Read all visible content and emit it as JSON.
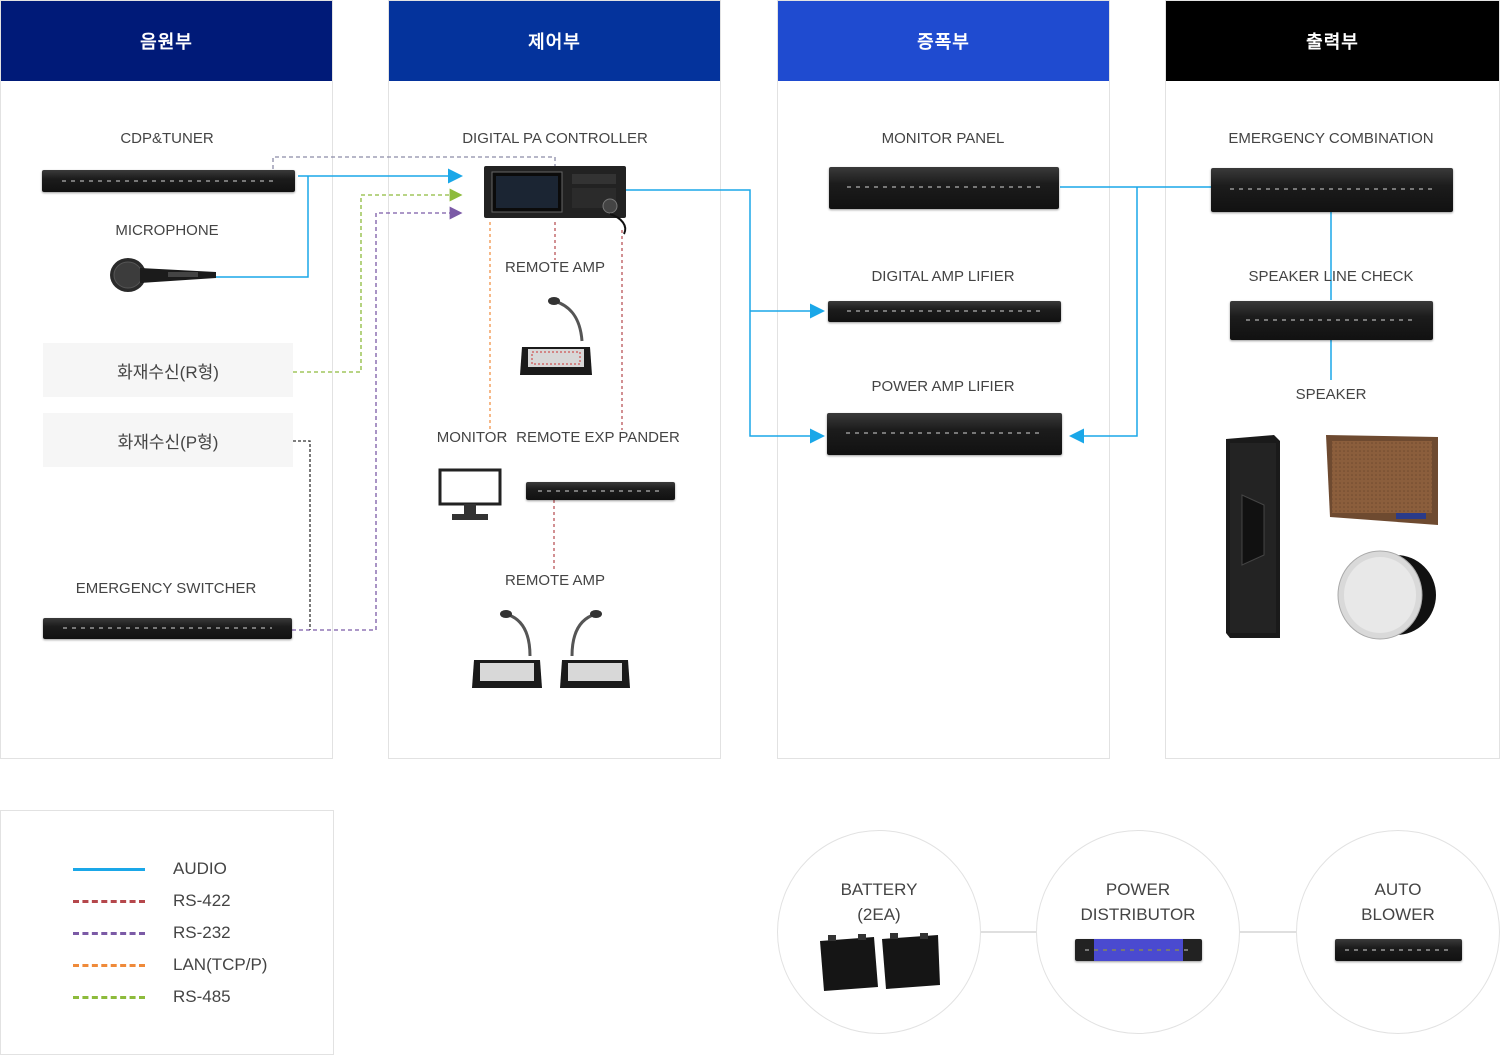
{
  "columns": [
    {
      "title": "음원부",
      "color": "#001a78"
    },
    {
      "title": "제어부",
      "color": "#04339c"
    },
    {
      "title": "증폭부",
      "color": "#1f4bd0"
    },
    {
      "title": "출력부",
      "color": "#000000"
    }
  ],
  "source": {
    "cdp_tuner": "CDP&TUNER",
    "microphone": "MICROPHONE",
    "fire_r": "화재수신(R형)",
    "fire_p": "화재수신(P형)",
    "emergency_switcher": "EMERGENCY SWITCHER"
  },
  "control": {
    "controller": "DIGITAL PA CONTROLLER",
    "remote_amp_1": "REMOTE AMP",
    "monitor": "MONITOR",
    "remote_exp": "REMOTE EXP PANDER",
    "remote_amp_2": "REMOTE AMP"
  },
  "amplifier": {
    "monitor_panel": "MONITOR PANEL",
    "digital_amp": "DIGITAL AMP LIFIER",
    "power_amp": "POWER AMP LIFIER"
  },
  "output": {
    "emergency_combination": "EMERGENCY COMBINATION",
    "speaker_line_check": "SPEAKER LINE CHECK",
    "speaker": "SPEAKER"
  },
  "legend": [
    {
      "label": "AUDIO",
      "color": "#1aa7e8",
      "style": "solid"
    },
    {
      "label": "RS-422",
      "color": "#b5474b",
      "style": "dashed"
    },
    {
      "label": "RS-232",
      "color": "#7b5aa6",
      "style": "dashed"
    },
    {
      "label": "LAN(TCP/P)",
      "color": "#ef8a3a",
      "style": "dashed"
    },
    {
      "label": "RS-485",
      "color": "#8dbb3c",
      "style": "dashed"
    }
  ],
  "power": {
    "battery_line1": "BATTERY",
    "battery_line2": "(2EA)",
    "distributor_line1": "POWER",
    "distributor_line2": "DISTRIBUTOR",
    "blower_line1": "AUTO",
    "blower_line2": "BLOWER"
  }
}
